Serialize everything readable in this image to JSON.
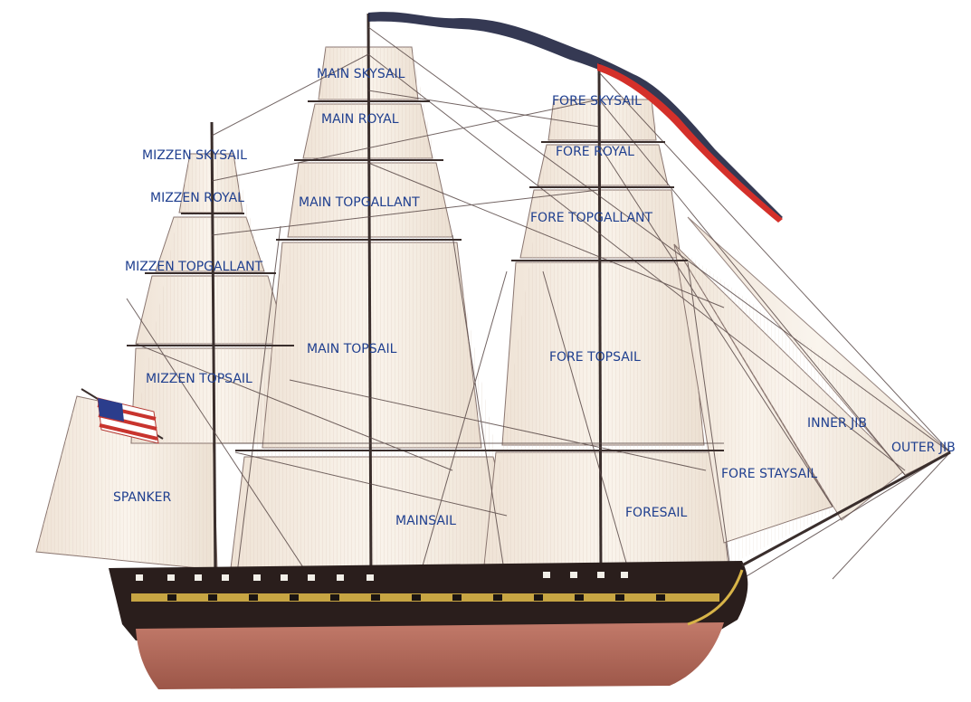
{
  "colors": {
    "label": "#1f3f8f",
    "sail": "#f6eee4",
    "rigging": "#5a4a48",
    "hull_upper": "#2a1e1c",
    "hull_lower": "#b46a5c",
    "gunstrip": "#d8b448",
    "pennant_dark": "#1f2440",
    "pennant_red": "#d4302a"
  },
  "icons": [
    "ship-hull",
    "us-flag",
    "pennant"
  ],
  "labels": {
    "main_skysail": "MAIN SKYSAIL",
    "main_royal": "MAIN ROYAL",
    "fore_skysail": "FORE SKYSAIL",
    "mizzen_skysail": "MIZZEN SKYSAIL",
    "fore_royal": "FORE ROYAL",
    "mizzen_royal": "MIZZEN ROYAL",
    "main_topgallant": "MAIN TOPGALLANT",
    "fore_topgallant": "FORE TOPGALLANT",
    "mizzen_topgallant": "MIZZEN TOPGALLANT",
    "main_topsail": "MAIN TOPSAIL",
    "fore_topsail": "FORE TOPSAIL",
    "mizzen_topsail": "MIZZEN TOPSAIL",
    "inner_jib": "INNER JIB",
    "outer_jib": "OUTER JIB",
    "fore_staysail": "FORE STAYSAIL",
    "spanker": "SPANKER",
    "mainsail": "MAINSAIL",
    "foresail": "FORESAIL"
  }
}
